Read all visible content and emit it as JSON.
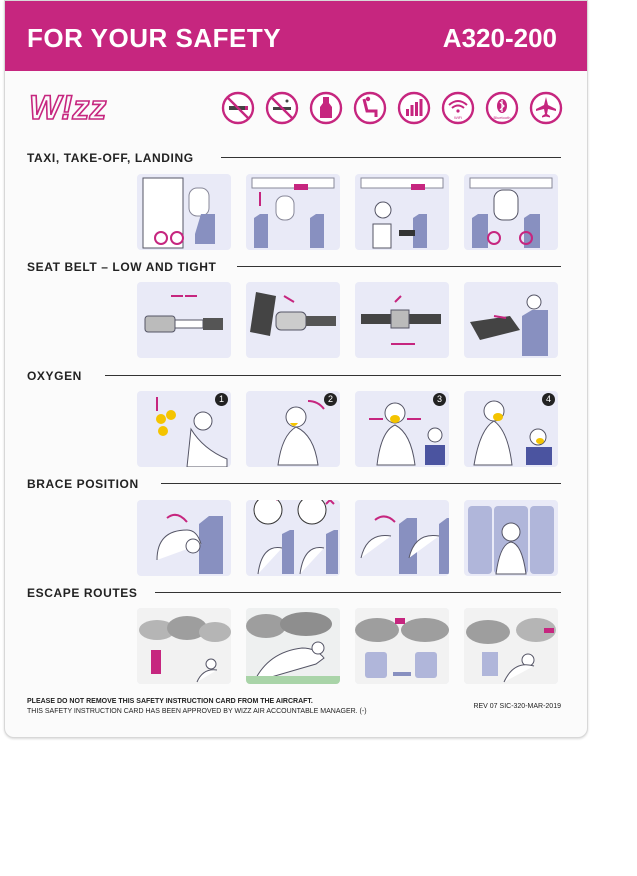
{
  "header": {
    "title": "FOR YOUR SAFETY",
    "aircraft": "A320-200"
  },
  "brand": {
    "logo_text": "W!zz",
    "color": "#c6267f"
  },
  "prohibition_icons": [
    "no-smoking-icon",
    "no-e-cigarette-icon",
    "no-alcohol-icon",
    "seat-recline-icon",
    "signal-bars-icon",
    "wifi-icon",
    "bluetooth-icon",
    "airplane-icon"
  ],
  "prohibition_labels": {
    "wifi": "WiFi",
    "bluetooth": "Bluetooth"
  },
  "sections": [
    {
      "title": "TAXI, TAKE-OFF, LANDING"
    },
    {
      "title": "SEAT BELT – LOW AND TIGHT"
    },
    {
      "title": "OXYGEN"
    },
    {
      "title": "BRACE POSITION"
    },
    {
      "title": "ESCAPE ROUTES"
    }
  ],
  "oxygen_steps": [
    "1",
    "2",
    "3",
    "4"
  ],
  "footer": {
    "line1": "PLEASE DO NOT REMOVE THIS SAFETY INSTRUCTION CARD FROM THE AIRCRAFT.",
    "line2": "THIS SAFETY INSTRUCTION CARD HAS BEEN APPROVED BY WIZZ AIR ACCOUNTABLE MANAGER. (-)",
    "revision": "REV 07 SIC-320-MAR-2019"
  }
}
